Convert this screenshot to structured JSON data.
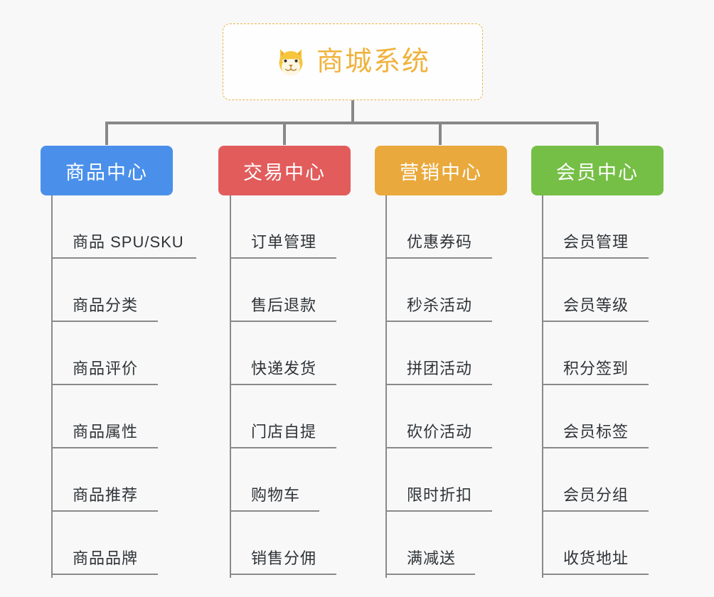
{
  "diagram": {
    "type": "org-chart",
    "background_color": "#f8f8f8",
    "root": {
      "label": "商城系统",
      "icon": "shiba-dog-icon",
      "text_color": "#f0b23c",
      "border_color": "#e8b44a",
      "fill_color": "#fefefe"
    },
    "connector_color": "#888888",
    "branches": [
      {
        "label": "商品中心",
        "color": "#4a90ea",
        "items": [
          {
            "label": "商品 SPU/SKU",
            "rule_width": 204
          },
          {
            "label": "商品分类",
            "rule_width": 150
          },
          {
            "label": "商品评价",
            "rule_width": 150
          },
          {
            "label": "商品属性",
            "rule_width": 150
          },
          {
            "label": "商品推荐",
            "rule_width": 150
          },
          {
            "label": "商品品牌",
            "rule_width": 150
          }
        ]
      },
      {
        "label": "交易中心",
        "color": "#e25c5c",
        "items": [
          {
            "label": "订单管理",
            "rule_width": 150
          },
          {
            "label": "售后退款",
            "rule_width": 150
          },
          {
            "label": "快递发货",
            "rule_width": 150
          },
          {
            "label": "门店自提",
            "rule_width": 150
          },
          {
            "label": "购物车",
            "rule_width": 126
          },
          {
            "label": "销售分佣",
            "rule_width": 150
          }
        ]
      },
      {
        "label": "营销中心",
        "color": "#eaa93c",
        "items": [
          {
            "label": "优惠券码",
            "rule_width": 150
          },
          {
            "label": "秒杀活动",
            "rule_width": 150
          },
          {
            "label": "拼团活动",
            "rule_width": 150
          },
          {
            "label": "砍价活动",
            "rule_width": 150
          },
          {
            "label": "限时折扣",
            "rule_width": 150
          },
          {
            "label": "满减送",
            "rule_width": 126
          }
        ]
      },
      {
        "label": "会员中心",
        "color": "#76bf46",
        "items": [
          {
            "label": "会员管理",
            "rule_width": 150
          },
          {
            "label": "会员等级",
            "rule_width": 150
          },
          {
            "label": "积分签到",
            "rule_width": 150
          },
          {
            "label": "会员标签",
            "rule_width": 150
          },
          {
            "label": "会员分组",
            "rule_width": 150
          },
          {
            "label": "收货地址",
            "rule_width": 150
          }
        ]
      }
    ]
  }
}
